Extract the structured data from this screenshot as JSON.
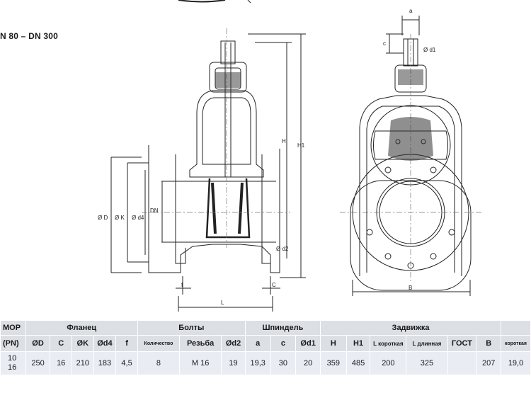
{
  "title": "N 80 – DN 300",
  "drawing_labels": {
    "a": "a",
    "c": "c",
    "d1": "Ø d1",
    "H": "H",
    "H1": "H1",
    "D": "Ø D",
    "K": "Ø K",
    "d4": "Ø d4",
    "DN": "DN",
    "d2": "Ø d2",
    "f": "f",
    "C": "C",
    "L": "L",
    "B": "B"
  },
  "table": {
    "row_header": "МОР",
    "row_header_unit": "(PN)",
    "groups": [
      "Фланец",
      "Болты",
      "Шпиндель",
      "Задвижка"
    ],
    "subheaders": [
      "ØD",
      "C",
      "ØK",
      "Ød4",
      "f",
      "Количество",
      "Резьба",
      "Ød2",
      "a",
      "c",
      "Ød1",
      "H",
      "H1",
      "L короткая",
      "L длинная",
      "ГОСТ",
      "B",
      "короткая"
    ],
    "row": {
      "pn_top": "10",
      "pn_bottom": "16",
      "values": [
        "250",
        "16",
        "210",
        "183",
        "4,5",
        "8",
        "M 16",
        "19",
        "19,3",
        "30",
        "20",
        "359",
        "485",
        "200",
        "325",
        "",
        "207",
        "19,0"
      ]
    }
  }
}
